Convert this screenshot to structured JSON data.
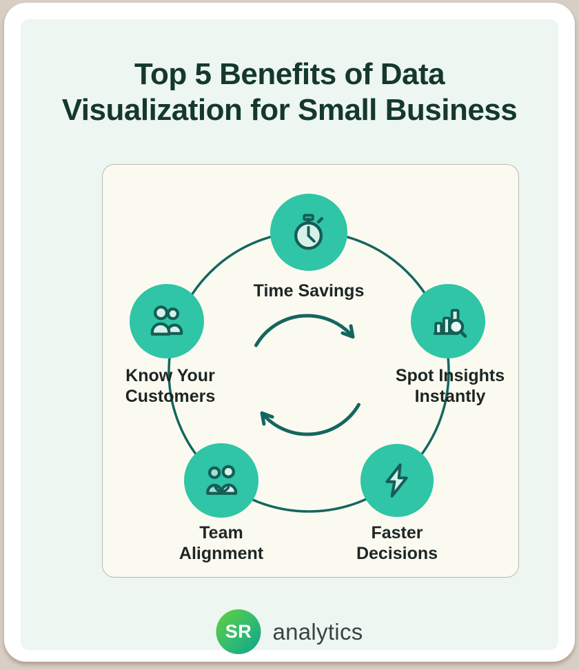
{
  "title": {
    "full": "Top 5 Benefits of Data Visualization for Small Business",
    "line1": "Top 5 Benefits of Data",
    "line2": "Visualization for Small Business"
  },
  "benefits": {
    "time": {
      "label": "Time Savings",
      "icon": "stopwatch-icon"
    },
    "spot": {
      "label": "Spot Insights Instantly",
      "icon": "bar-chart-magnifier-icon"
    },
    "faster": {
      "label": "Faster Decisions",
      "icon": "lightning-bolt-icon"
    },
    "team": {
      "label": "Team Alignment",
      "icon": "team-handshake-icon"
    },
    "know": {
      "label": "Know Your Customers",
      "icon": "customers-icon"
    }
  },
  "center": {
    "icon": "cycle-arrows-icon",
    "direction": "clockwise"
  },
  "logo": {
    "monogram": "SR",
    "name": "analytics"
  },
  "colors": {
    "accent": "#2fc5a6",
    "icon-stroke": "#135e57",
    "icon-fill": "#d7f1e8",
    "ring": "#15665f",
    "title": "#15382e",
    "label": "#1d2624",
    "panel": "#edf6f0",
    "card": "#fafaf0"
  }
}
